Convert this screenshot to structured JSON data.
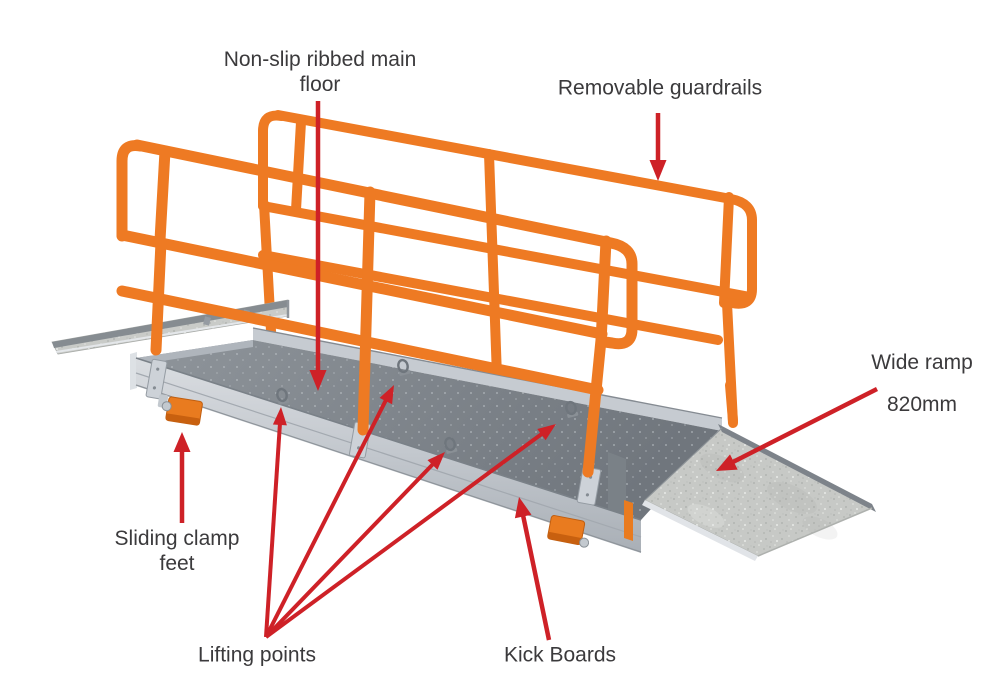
{
  "diagram": {
    "type": "annotated-product-diagram",
    "subject": "Modular access ramp platform with guardrails",
    "labels": {
      "non_slip": {
        "lines": [
          "Non-slip ribbed main",
          "floor"
        ]
      },
      "removable_guardrails": {
        "lines": [
          "Removable guardrails"
        ]
      },
      "wide_ramp": {
        "lines": [
          "Wide ramp",
          "820mm"
        ]
      },
      "sliding_clamp_feet": {
        "lines": [
          "Sliding clamp",
          "feet"
        ]
      },
      "lifting_points": {
        "lines": [
          "Lifting points"
        ]
      },
      "kick_boards": {
        "lines": [
          "Kick Boards"
        ]
      }
    },
    "colors": {
      "guardrail_orange": "#EE7A23",
      "arrow_red": "#CE2127",
      "deck_gray": "#81878D",
      "kick_board_gray": "#C6CBD1",
      "ramp_surface_gray": "#C7C9C6",
      "label_text": "#3B3A3C",
      "background": "#FFFFFF"
    }
  }
}
